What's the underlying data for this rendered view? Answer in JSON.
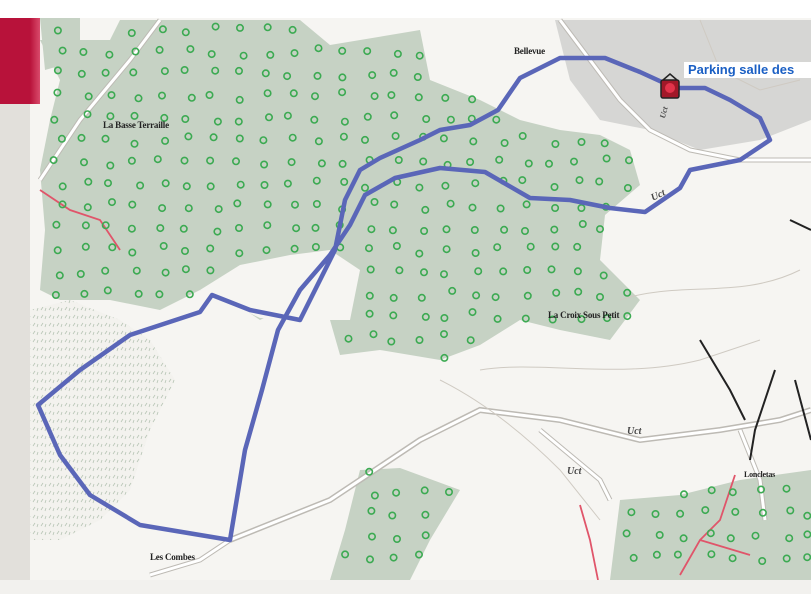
{
  "map": {
    "places": {
      "la_basse_terraille": "La Basse Terraille",
      "bellevue": "Bellevue",
      "la_croix_sous_petit": "La Croix Sous Petit",
      "les_combes": "Les Combes",
      "loncletas": "Loncletas"
    },
    "road_labels": [
      "Uct",
      "Uct",
      "Uct",
      "Uct"
    ],
    "parking": {
      "label": "Parking salle des",
      "icon": "parking-pin-icon"
    },
    "colors": {
      "route": "#5a66b8",
      "woodland": "#c5d1c3",
      "tree_symbol": "#3caa52",
      "background": "#e9e7e2",
      "accent_tab": "#b8123a",
      "footpath_red": "#e0556a"
    }
  }
}
